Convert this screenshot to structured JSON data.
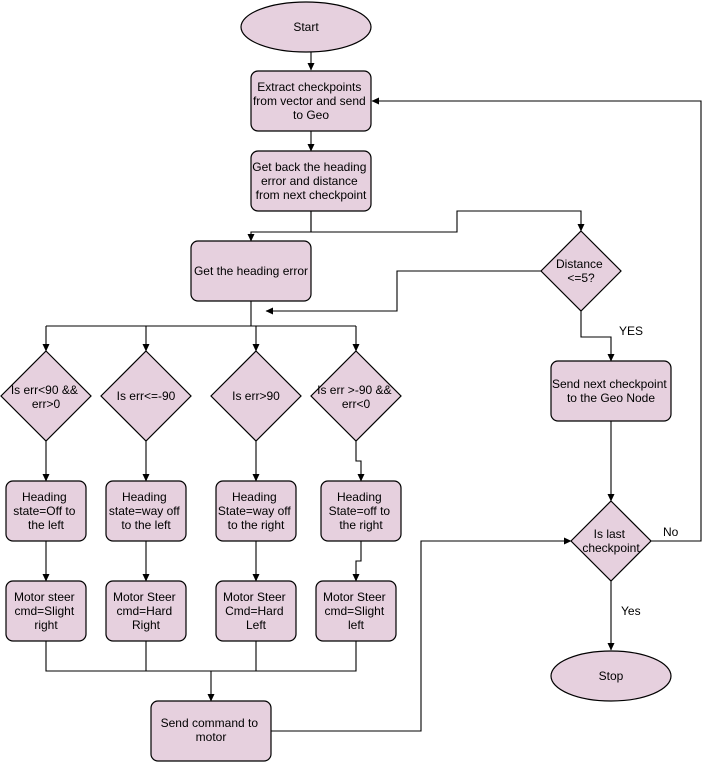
{
  "colors": {
    "node_fill": "#e6d0de",
    "stroke": "#000000",
    "background": "#ffffff"
  },
  "nodes": {
    "start": {
      "lines": [
        "Start"
      ]
    },
    "extract": {
      "lines": [
        "Extract checkpoints",
        "from vector and send",
        "to Geo"
      ]
    },
    "get_back": {
      "lines": [
        "Get back the heading",
        "error and distance",
        "from next checkpoint"
      ]
    },
    "get_heading": {
      "lines": [
        "Get the heading error"
      ]
    },
    "distance": {
      "lines": [
        "Distance",
        "<=5?"
      ]
    },
    "send_next": {
      "lines": [
        "Send next checkpoint",
        "to the Geo Node"
      ]
    },
    "is_last": {
      "lines": [
        "Is last",
        "checkpoint"
      ]
    },
    "stop": {
      "lines": [
        "Stop"
      ]
    },
    "cond1": {
      "lines": [
        "Is err<90 &&",
        "err>0"
      ]
    },
    "cond2": {
      "lines": [
        "Is err<=-90"
      ]
    },
    "cond3": {
      "lines": [
        "Is err>90"
      ]
    },
    "cond4": {
      "lines": [
        "Is err >-90 &&",
        "err<0"
      ]
    },
    "state1": {
      "lines": [
        "Heading",
        "state=Off to",
        "the left"
      ]
    },
    "state2": {
      "lines": [
        "Heading",
        "state=way off",
        "to the left"
      ]
    },
    "state3": {
      "lines": [
        "Heading",
        "State=way off",
        "to the right"
      ]
    },
    "state4": {
      "lines": [
        "Heading",
        "State=off to",
        "the right"
      ]
    },
    "steer1": {
      "lines": [
        "Motor steer",
        "cmd=Slight",
        "right"
      ]
    },
    "steer2": {
      "lines": [
        "Motor Steer",
        "cmd=Hard",
        "Right"
      ]
    },
    "steer3": {
      "lines": [
        "Motor Steer",
        "Cmd=Hard",
        "Left"
      ]
    },
    "steer4": {
      "lines": [
        "Motor Steer",
        "cmd=Slight",
        "left"
      ]
    },
    "send_cmd": {
      "lines": [
        "Send command to",
        "motor"
      ]
    }
  },
  "edge_labels": {
    "yes_distance": "YES",
    "no_last": "No",
    "yes_last": "Yes"
  }
}
